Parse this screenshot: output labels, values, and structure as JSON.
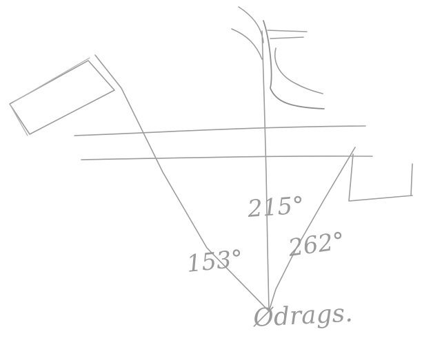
{
  "diagram": {
    "labels": {
      "angle_left": "153°",
      "angle_center": "215°",
      "angle_right": "262°",
      "origin": "Ødrags."
    },
    "colors": {
      "background": "#ffffff",
      "pencil": "#9c9c9c"
    }
  }
}
